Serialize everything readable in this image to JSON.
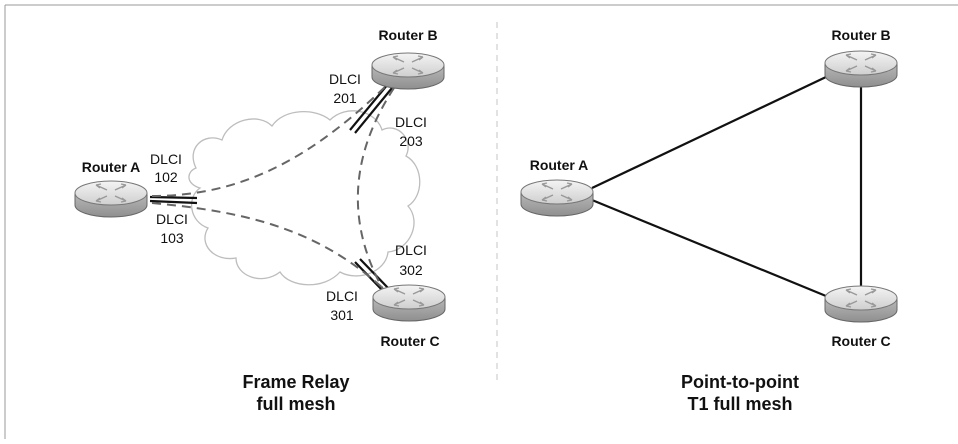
{
  "left": {
    "routers": {
      "a": "Router A",
      "b": "Router B",
      "c": "Router C"
    },
    "dlci": {
      "ab_word": "DLCI",
      "ab_num": "102",
      "ac_word": "DLCI",
      "ac_num": "103",
      "ba_word": "DLCI",
      "ba_num": "201",
      "bc_word": "DLCI",
      "bc_num": "203",
      "cb_word": "DLCI",
      "cb_num": "302",
      "ca_word": "DLCI",
      "ca_num": "301"
    },
    "caption": [
      "Frame Relay",
      "full mesh"
    ]
  },
  "right": {
    "routers": {
      "a": "Router A",
      "b": "Router B",
      "c": "Router C"
    },
    "caption": [
      "Point-to-point",
      "T1 full mesh"
    ]
  },
  "colors": {
    "cloud_fill": "#ffffff",
    "cloud_stroke": "#bdbdbd",
    "router_body": "#d6d6d6",
    "dashed_link": "#666666",
    "solid_link": "#111111"
  }
}
